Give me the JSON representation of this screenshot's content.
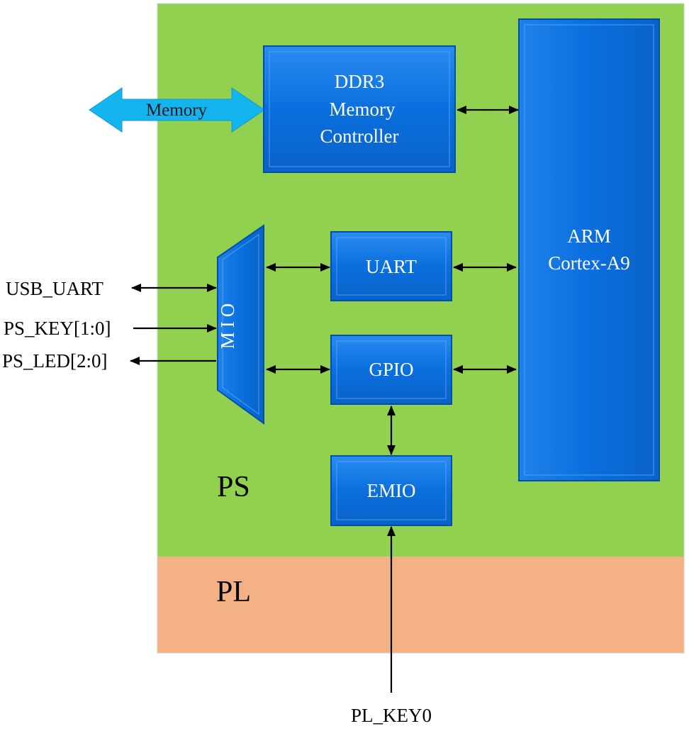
{
  "regions": {
    "ps": {
      "label": "PS"
    },
    "pl": {
      "label": "PL"
    }
  },
  "blocks": {
    "ddr3": {
      "lines": [
        "DDR3",
        "Memory",
        "Controller"
      ]
    },
    "arm": {
      "lines": [
        "ARM",
        "Cortex-A9"
      ]
    },
    "uart": {
      "label": "UART"
    },
    "gpio": {
      "label": "GPIO"
    },
    "emio": {
      "label": "EMIO"
    },
    "mio": {
      "label": "MIO"
    }
  },
  "memory_bus": {
    "label": "Memory"
  },
  "external_signals": {
    "usb_uart": "USB_UART",
    "ps_key": "PS_KEY[1:0]",
    "ps_led": "PS_LED[2:0]",
    "pl_key0": "PL_KEY0"
  },
  "colors": {
    "ps_region": "#92d050",
    "pl_region": "#f4b183",
    "block_fill": "#0a6fde",
    "block_edge": "#0050a8",
    "memory_arrow": "#14b4ee"
  }
}
